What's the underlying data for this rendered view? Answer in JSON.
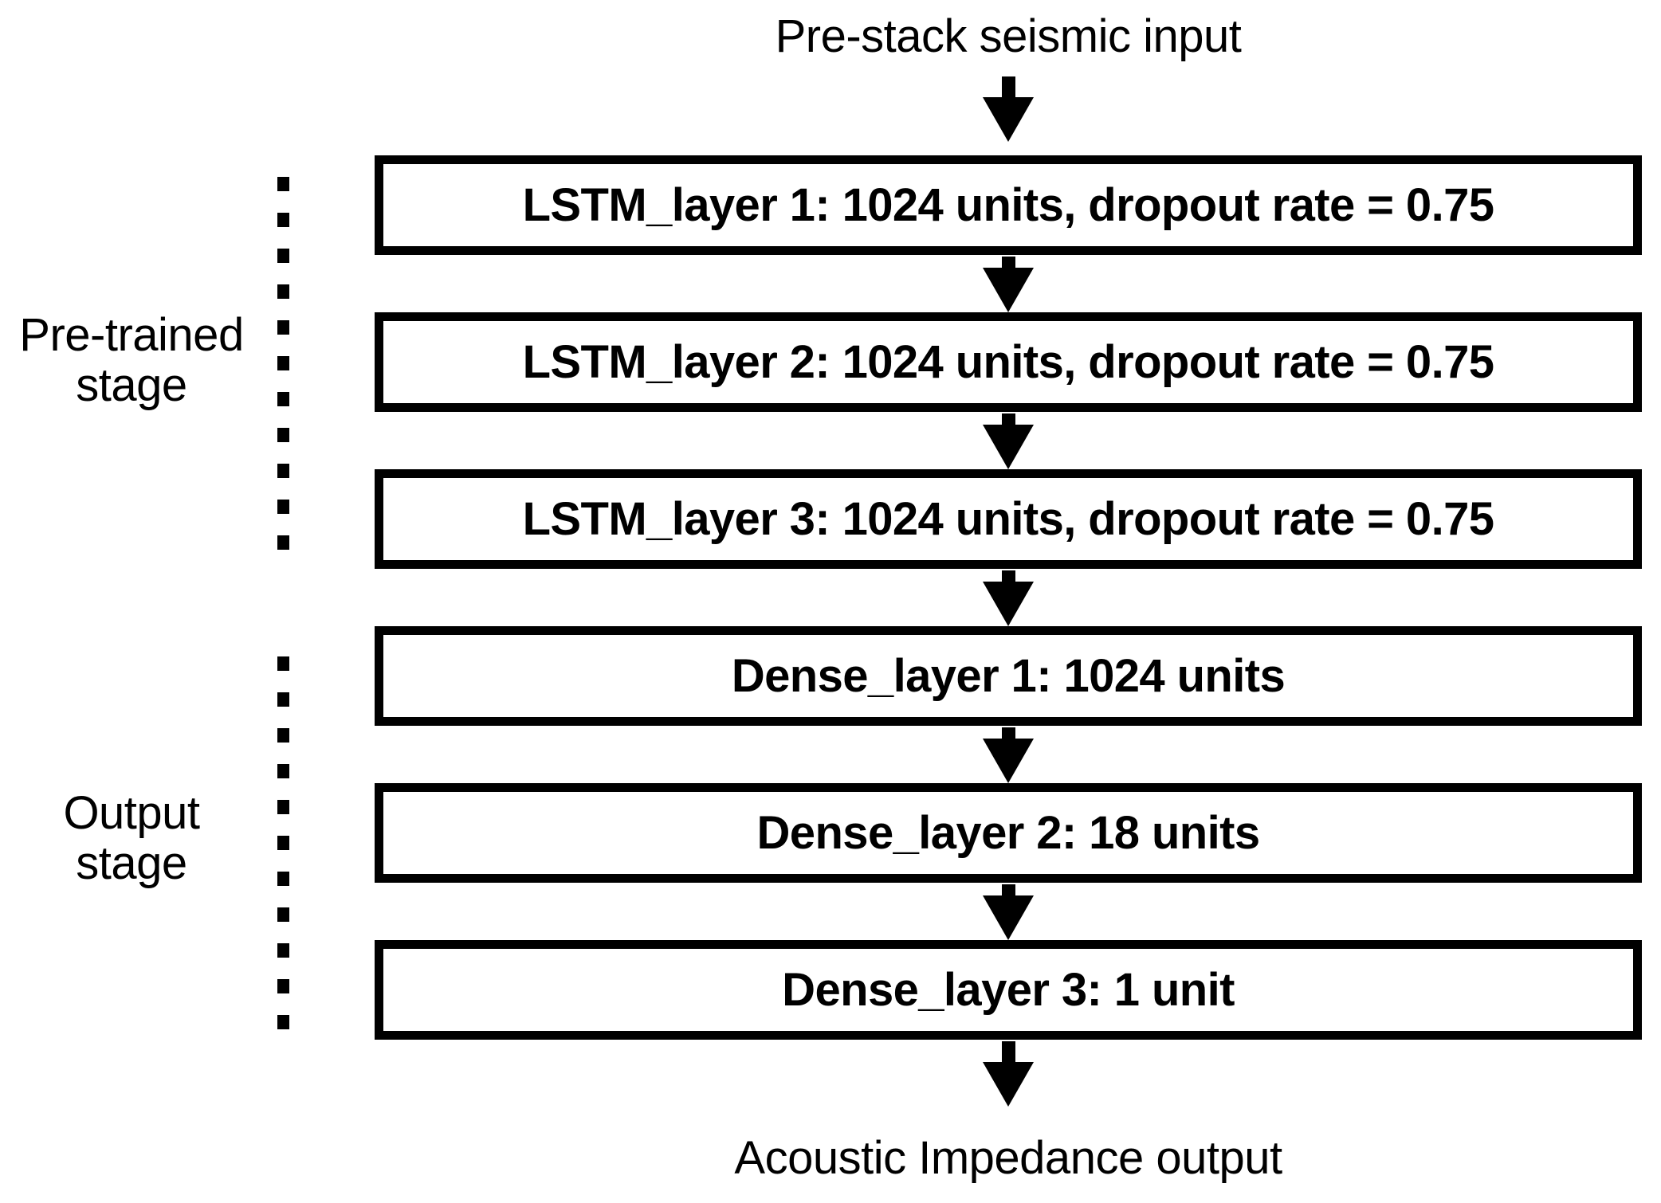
{
  "diagram": {
    "title_top": "Pre-stack seismic input",
    "title_bottom": "Acoustic Impedance output",
    "background_color": "#ffffff",
    "stroke_color": "#000000",
    "stages": [
      {
        "id": "pre-trained",
        "label_line1": "Pre-trained",
        "label_line2": "stage"
      },
      {
        "id": "output",
        "label_line1": "Output",
        "label_line2": "stage"
      }
    ],
    "layers": [
      {
        "id": "lstm-layer-1",
        "label": "LSTM_layer 1: 1024 units, dropout rate = 0.75",
        "stage": "pre-trained"
      },
      {
        "id": "lstm-layer-2",
        "label": "LSTM_layer 2: 1024 units, dropout rate = 0.75",
        "stage": "pre-trained"
      },
      {
        "id": "lstm-layer-3",
        "label": "LSTM_layer 3: 1024 units, dropout rate = 0.75",
        "stage": "pre-trained"
      },
      {
        "id": "dense-layer-1",
        "label": "Dense_layer 1: 1024 units",
        "stage": "output"
      },
      {
        "id": "dense-layer-2",
        "label": "Dense_layer 2: 18 units",
        "stage": "output"
      },
      {
        "id": "dense-layer-3",
        "label": "Dense_layer 3: 1 unit",
        "stage": "output"
      }
    ],
    "arrows": [
      {
        "id": "input-to-lstm-1",
        "icon": "arrow-down-icon"
      },
      {
        "id": "lstm-1-to-lstm-2",
        "icon": "arrow-down-icon"
      },
      {
        "id": "lstm-2-to-lstm-3",
        "icon": "arrow-down-icon"
      },
      {
        "id": "lstm-3-to-dense-1",
        "icon": "arrow-down-icon"
      },
      {
        "id": "dense-1-to-dense-2",
        "icon": "arrow-down-icon"
      },
      {
        "id": "dense-2-to-dense-3",
        "icon": "arrow-down-icon"
      },
      {
        "id": "dense-3-to-output",
        "icon": "arrow-down-icon"
      }
    ]
  }
}
